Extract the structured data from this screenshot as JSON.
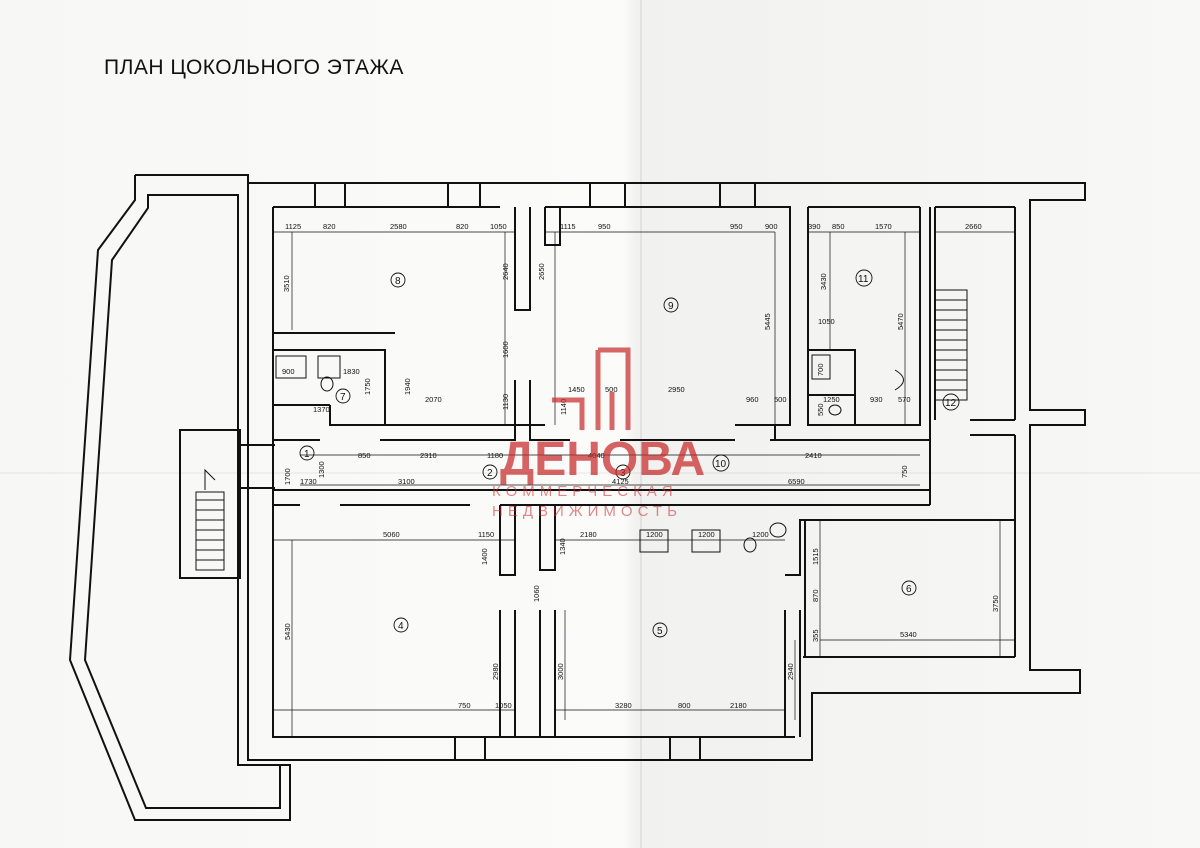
{
  "title": "ПЛАН ЦОКОЛЬНОГО ЭТАЖА",
  "rooms": [
    {
      "id": "r1",
      "num": "1"
    },
    {
      "id": "r2",
      "num": "2"
    },
    {
      "id": "r3",
      "num": "3"
    },
    {
      "id": "r4",
      "num": "4"
    },
    {
      "id": "r5",
      "num": "5"
    },
    {
      "id": "r6",
      "num": "6"
    },
    {
      "id": "r7",
      "num": "7"
    },
    {
      "id": "r8",
      "num": "8"
    },
    {
      "id": "r9",
      "num": "9"
    },
    {
      "id": "r10",
      "num": "10"
    },
    {
      "id": "r11",
      "num": "11"
    },
    {
      "id": "r12",
      "num": "12"
    }
  ],
  "dimensions": {
    "d1": "1125",
    "d2": "820",
    "d3": "2580",
    "d4": "820",
    "d5": "1050",
    "d6": "1115",
    "d7": "950",
    "d8": "950",
    "d9": "900",
    "d10": "390",
    "d11": "850",
    "d12": "1570",
    "d13": "2660",
    "d14": "3510",
    "d15": "2640",
    "d16": "2650",
    "d17": "5445",
    "d18": "3430",
    "d19": "5470",
    "d20": "1050",
    "d21": "1600",
    "d22": "900",
    "d23": "1830",
    "d24": "1750",
    "d25": "1940",
    "d26": "1370",
    "d27": "2070",
    "d28": "1130",
    "d29": "1450",
    "d30": "500",
    "d31": "1140",
    "d32": "2950",
    "d33": "960",
    "d34": "500",
    "d35": "700",
    "d36": "1250",
    "d37": "930",
    "d38": "570",
    "d39": "550",
    "d40": "850",
    "d41": "2310",
    "d42": "1180",
    "d43": "4040",
    "d44": "2410",
    "d45": "1700",
    "d46": "1300",
    "d47": "1730",
    "d48": "3100",
    "d49": "4125",
    "d50": "6590",
    "d51": "750",
    "d52": "5060",
    "d53": "1150",
    "d54": "1400",
    "d55": "1340",
    "d56": "2180",
    "d57": "1200",
    "d58": "1200",
    "d59": "1200",
    "d60": "5430",
    "d61": "1060",
    "d62": "1515",
    "d63": "870",
    "d64": "3750",
    "d65": "355",
    "d66": "5340",
    "d67": "2980",
    "d68": "3000",
    "d69": "2940",
    "d70": "750",
    "d71": "1050",
    "d72": "3280",
    "d73": "800",
    "d74": "2180"
  },
  "watermark": {
    "brand": "ДЕНОВА",
    "line1": "КОММЕРЧЕСКАЯ",
    "line2": "НЕДВИЖИМОСТЬ",
    "color": "#c82828"
  }
}
